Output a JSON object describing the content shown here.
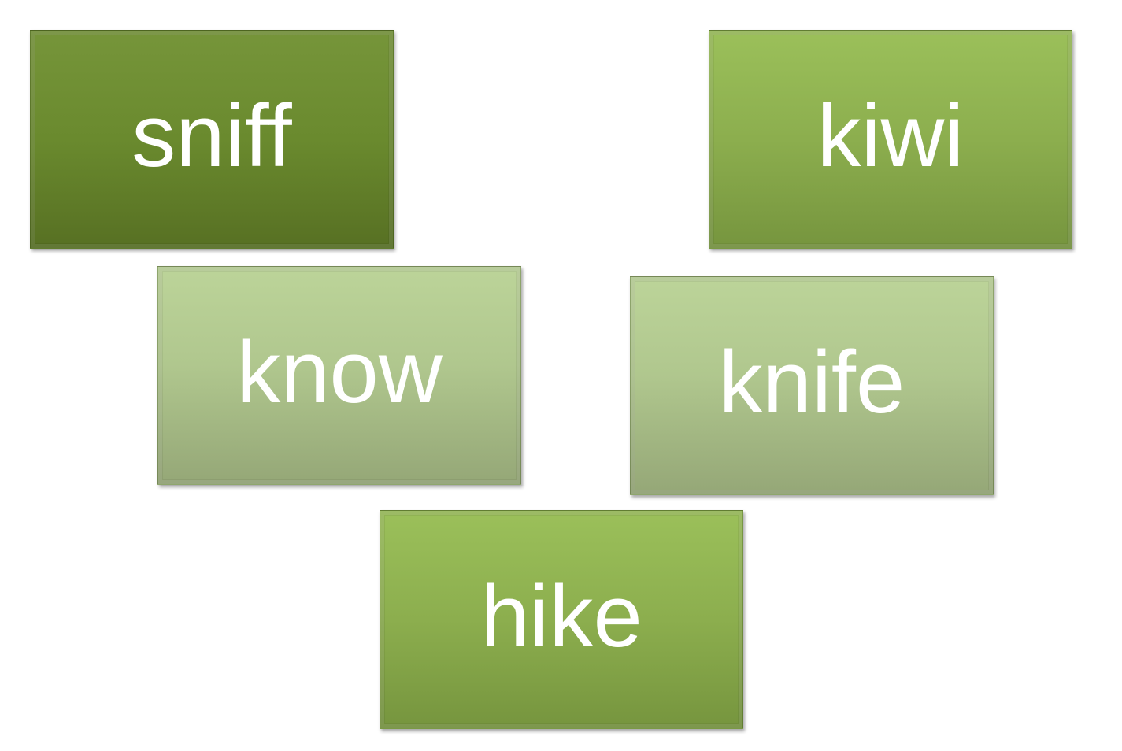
{
  "cards": {
    "sniff": {
      "label": "sniff",
      "style": "dark"
    },
    "kiwi": {
      "label": "kiwi",
      "style": "medium"
    },
    "know": {
      "label": "know",
      "style": "light"
    },
    "knife": {
      "label": "knife",
      "style": "light"
    },
    "hike": {
      "label": "hike",
      "style": "medium"
    }
  },
  "colors": {
    "dark_green": "#6a8a2e",
    "medium_green": "#8cae4e",
    "light_green": "#b0c78e",
    "text": "#ffffff",
    "background": "#ffffff"
  }
}
